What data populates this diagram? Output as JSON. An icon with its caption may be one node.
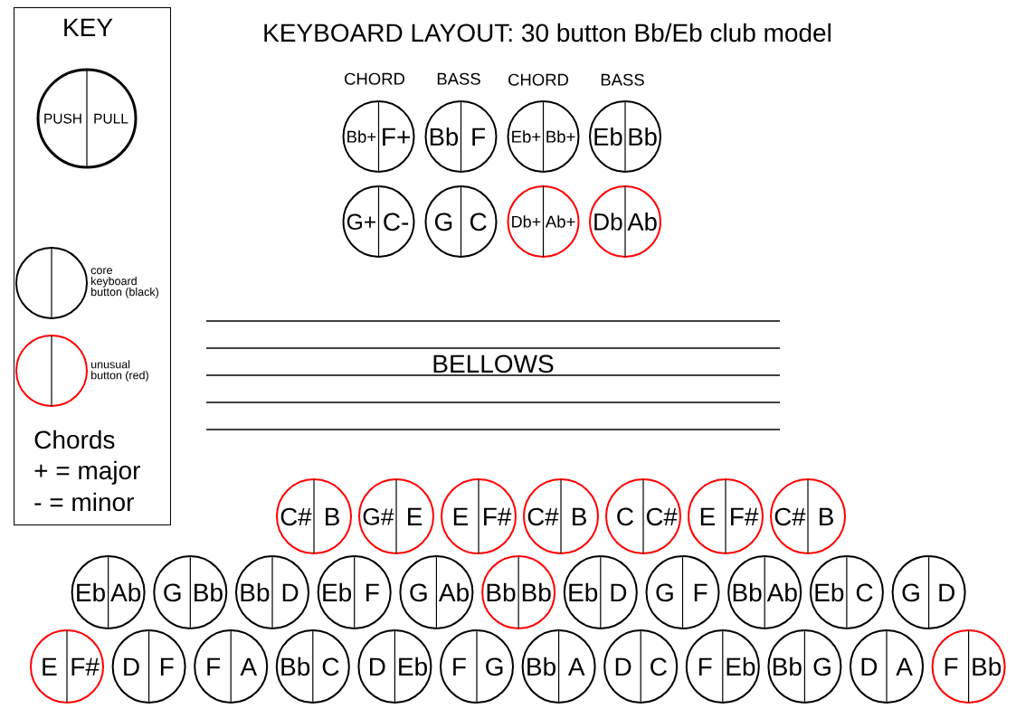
{
  "diagram": {
    "title": "KEYBOARD LAYOUT: 30 button Bb/Eb club model",
    "nodes": [
      {
        "text": [
          "KEY",
          "Chords",
          "+ = major",
          "- = minor"
        ]
      },
      {
        "text": [
          "PUSH",
          "PULL"
        ],
        "in": 0
      },
      {
        "text": [
          "Bb+",
          "F+"
        ]
      },
      {
        "text": [
          "Bb",
          "F"
        ]
      },
      {
        "text": [
          "Eb+",
          "Bb+"
        ]
      },
      {
        "text": [
          "Eb",
          "Bb"
        ]
      },
      {
        "text": [
          "G+",
          "C-"
        ]
      },
      {
        "text": [
          "G",
          "C"
        ]
      },
      {
        "text": [
          "Db+",
          "Ab+"
        ]
      },
      {
        "text": [
          "Db",
          "Ab"
        ]
      },
      {
        "text": [
          "C#",
          "B"
        ]
      },
      {
        "text": [
          "G#",
          "E"
        ]
      },
      {
        "text": [
          "E",
          "F#"
        ]
      },
      {
        "text": [
          "C#",
          "B"
        ]
      },
      {
        "text": [
          "C",
          "C#"
        ]
      },
      {
        "text": [
          "E",
          "F#"
        ]
      },
      {
        "text": [
          "C#",
          "B"
        ]
      },
      {
        "text": [
          "Eb",
          "Ab"
        ]
      },
      {
        "text": [
          "G",
          "Bb"
        ]
      },
      {
        "text": [
          "Bb",
          "D"
        ]
      },
      {
        "text": [
          "Eb",
          "F"
        ]
      },
      {
        "text": [
          "G",
          "Ab"
        ]
      },
      {
        "text": [
          "Bb",
          "Bb"
        ]
      },
      {
        "text": [
          "Eb",
          "D"
        ]
      },
      {
        "text": [
          "G",
          "F"
        ]
      },
      {
        "text": [
          "Bb",
          "Ab"
        ]
      },
      {
        "text": [
          "Eb",
          "C"
        ]
      },
      {
        "text": [
          "G",
          "D"
        ]
      },
      {
        "text": [
          "E",
          "F#"
        ]
      },
      {
        "text": [
          "D",
          "F"
        ]
      },
      {
        "text": [
          "F",
          "A"
        ]
      },
      {
        "text": [
          "Bb",
          "C"
        ]
      },
      {
        "text": [
          "D",
          "Eb"
        ]
      },
      {
        "text": [
          "F",
          "G"
        ]
      },
      {
        "text": [
          "Bb",
          "A"
        ]
      },
      {
        "text": [
          "D",
          "C"
        ]
      },
      {
        "text": [
          "F",
          "Eb"
        ]
      },
      {
        "text": [
          "Bb",
          "G"
        ]
      },
      {
        "text": [
          "D",
          "A"
        ]
      },
      {
        "text": [
          "F",
          "Bb"
        ]
      }
    ],
    "labels": [
      "CHORD",
      "BASS",
      "CHORD",
      "BASS",
      "BELLOWS"
    ],
    "legend": [
      {
        "text": "core keyboard button (black)",
        "color": "#000000"
      },
      {
        "text": "unusual button (red)",
        "color": "#ff0000"
      }
    ]
  }
}
